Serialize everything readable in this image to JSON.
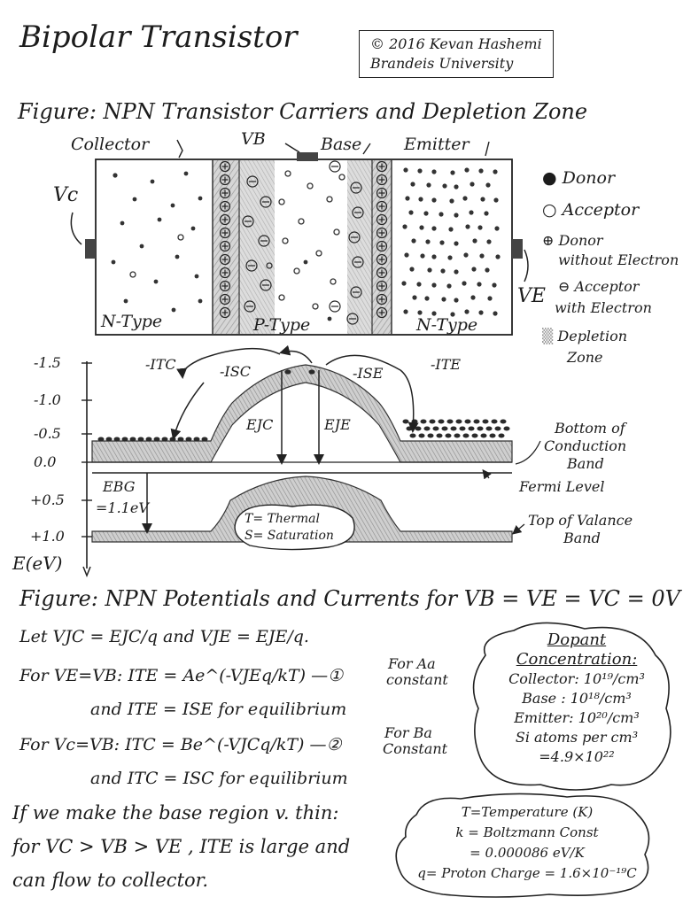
{
  "title": "Bipolar Transistor",
  "copyright": {
    "line1": "© 2016 Kevan Hashemi",
    "line2": "Brandeis University"
  },
  "figure1_title": "Figure: NPN Transistor Carriers and Depletion Zone",
  "labels": {
    "collector": "Collector",
    "vb": "VB",
    "base": "Base",
    "emitter": "Emitter",
    "vc": "Vc",
    "ve": "VE",
    "n_type_left": "N-Type",
    "p_type": "P-Type",
    "n_type_right": "N-Type"
  },
  "legend": {
    "donor": "Donor",
    "acceptor": "Acceptor",
    "donor_without_electron_1": "Donor",
    "donor_without_electron_2": "without Electron",
    "acceptor_with_electron_1": "Acceptor",
    "acceptor_with_electron_2": "with Electron",
    "depletion_zone_1": "Depletion",
    "depletion_zone_2": "Zone"
  },
  "energy_axis": {
    "ticks": [
      "-1.5",
      "-1.0",
      "-0.5",
      "0.0",
      "+0.5",
      "+1.0"
    ],
    "label": "E(eV)"
  },
  "band_labels": {
    "itc": "-ITC",
    "isc": "-ISC",
    "ise": "-ISE",
    "ite": "-ITE",
    "ejc": "EJC",
    "eje": "EJE",
    "ebg_1": "EBG",
    "ebg_2": "=1.1eV",
    "thermal": "T= Thermal",
    "saturation": "S= Saturation",
    "bottom_cb_1": "Bottom of",
    "bottom_cb_2": "Conduction",
    "bottom_cb_3": "Band",
    "fermi": "Fermi Level",
    "top_vb_1": "Top of Valance",
    "top_vb_2": "Band"
  },
  "figure2_title": "Figure: NPN Potentials and Currents for VB = VE = VC = 0V",
  "equations": {
    "let": "Let   VJC = EJC/q   and VJE = EJE/q.",
    "for_ve_vb": "For VE=VB:   ITE = Ae^(-VJEq/kT)  —①",
    "for_aa": "For Aa",
    "constant_a": "constant",
    "and_ite": "and  ITE = ISE  for equilibrium",
    "for_vc_vb": "For Vc=VB:   ITC = Be^(-VJCq/kT)  —②",
    "for_ba": "For Ba",
    "constant_b": "Constant",
    "and_itc": "and  ITC = ISC  for equilibrium",
    "conclusion_1": "If we make the base region v. thin:",
    "conclusion_2": "for VC > VB > VE , ITE is large and",
    "conclusion_3": "can flow to collector."
  },
  "dopant_box": {
    "title_1": "Dopant",
    "title_2": "Concentration:",
    "collector": "Collector: 10¹⁹/cm³",
    "base": "Base : 10¹⁸/cm³",
    "emitter": "Emitter: 10²⁰/cm³",
    "si_1": "Si atoms per cm³",
    "si_2": "=4.9×10²²"
  },
  "constants_box": {
    "t": "T=Temperature (K)",
    "k_1": "k = Boltzmann Const",
    "k_2": "= 0.000086 eV/K",
    "q": "q= Proton Charge = 1.6×10⁻¹⁹C"
  }
}
